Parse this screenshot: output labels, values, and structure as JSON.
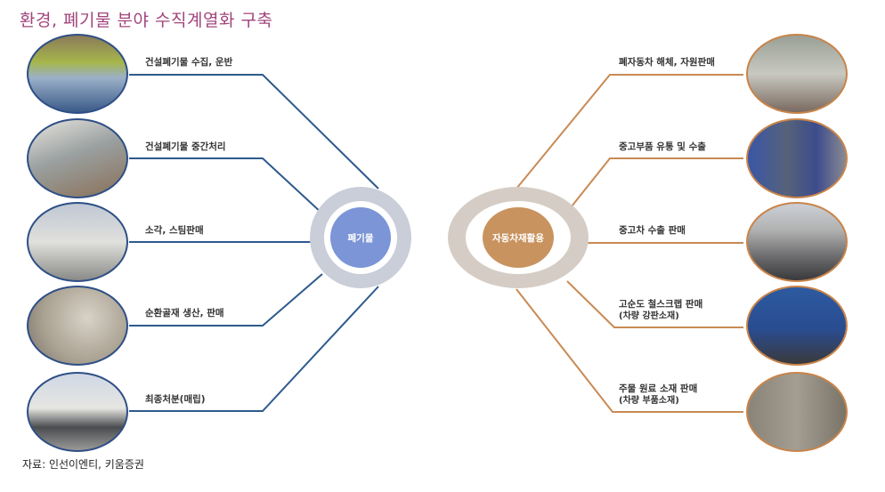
{
  "title": "환경, 폐기물 분야 수직계열화 구축",
  "hubs": {
    "waste": {
      "label": "폐기물",
      "color": "#7b95d6",
      "ring": "#c9ced8"
    },
    "auto": {
      "label": "자동차재활용",
      "color": "#c8935f",
      "ring": "#d5cdc5"
    }
  },
  "left_items": [
    {
      "label": "건설폐기물 수집, 운반",
      "icon": "dump-truck-photo"
    },
    {
      "label": "건설폐기물 중간처리",
      "icon": "conveyor-plant-photo"
    },
    {
      "label": "소각, 스팀판매",
      "icon": "incinerator-photo"
    },
    {
      "label": "순환골재 생산, 판매",
      "icon": "aggregate-photo"
    },
    {
      "label": "최종처분(매립)",
      "icon": "landfill-photo"
    }
  ],
  "right_items": [
    {
      "label": "폐자동차 해체, 자원판매",
      "sub": "",
      "icon": "dismantling-photo"
    },
    {
      "label": "중고부품 유통 및 수출",
      "sub": "",
      "icon": "parts-warehouse-photo"
    },
    {
      "label": "중고차 수출 판매",
      "sub": "",
      "icon": "used-car-lot-photo"
    },
    {
      "label": "고순도 철스크랩 판매",
      "sub": "(차량 강판소재)",
      "icon": "scrap-plant-photo"
    },
    {
      "label": "주물 원료 소재 판매",
      "sub": "(차량 부품소재)",
      "icon": "bales-photo"
    }
  ],
  "source": "자료: 인선이엔티, 키움증권"
}
